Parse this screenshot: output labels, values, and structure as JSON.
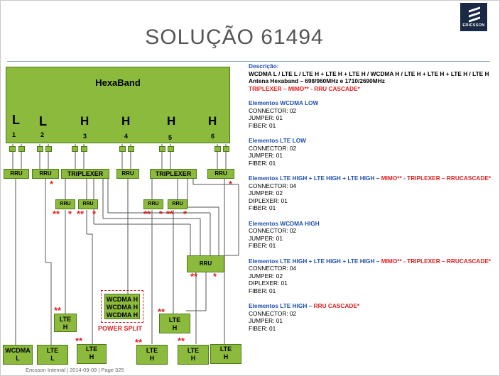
{
  "title": "SOLUÇÃO 61494",
  "logo_text": "ERICSSON",
  "footer": "Ericsson Internal  |  2014-09-09  |  Page 325",
  "hexaband": {
    "label": "HexaBand",
    "bands": [
      {
        "letter": "L",
        "num": "1"
      },
      {
        "letter": "L",
        "num": "2"
      },
      {
        "letter": "H",
        "num": "3"
      },
      {
        "letter": "H",
        "num": "4"
      },
      {
        "letter": "H",
        "num": "5"
      },
      {
        "letter": "H",
        "num": "6"
      }
    ]
  },
  "diagram": {
    "rru": "RRU",
    "triplexer": "TRIPLEXER",
    "power_split": "POWER SPLIT",
    "wcdma_h": "WCDMA H",
    "wcdma_l_a": "WCDMA",
    "wcdma_l_b": "L",
    "lte_h_a": "LTE",
    "lte_h_b": "H",
    "lte_l_a": "LTE",
    "lte_l_b": "L",
    "star1": "*",
    "star2": "**"
  },
  "description": {
    "heading": "Descrição:",
    "line1": "WCDMA L / LTE L / LTE H + LTE H + LTE H / WCDMA H / LTE H + LTE H + LTE H / LTE H",
    "line2": "Antena Hexaband – 698/960MHz  e  1710/2690MHz",
    "line3": "TRIPLEXER – MIMO** - RRU CASCADE*"
  },
  "sections": [
    {
      "title": "Elementos WCDMA LOW",
      "title_red": "",
      "items": [
        "CONNECTOR: 02",
        "JUMPER: 01",
        "FIBER: 01"
      ]
    },
    {
      "title": "Elementos LTE LOW",
      "title_red": "",
      "items": [
        "CONNECTOR: 02",
        "JUMPER: 01",
        "FIBER: 01"
      ]
    },
    {
      "title": "Elementos LTE HIGH + LTE HIGH + LTE HIGH – ",
      "title_red": "MIMO** - TRIPLEXER – RRUCASCADE*",
      "items": [
        "CONNECTOR: 04",
        "JUMPER: 02",
        "DIPLEXER: 01",
        "FIBER: 01"
      ]
    },
    {
      "title": "Elementos WCDMA HIGH",
      "title_red": "",
      "items": [
        "CONNECTOR: 02",
        "JUMPER: 01",
        "FIBER: 01"
      ]
    },
    {
      "title": "Elementos LTE HIGH + LTE HIGH + LTE HIGH – ",
      "title_red": "MIMO** - TRIPLEXER – RRUCASCADE*",
      "items": [
        "CONNECTOR: 04",
        "JUMPER: 02",
        "DIPLEXER: 01",
        "FIBER: 01"
      ]
    },
    {
      "title": "Elementos LTE HIGH – ",
      "title_red": "RRU CASCADE*",
      "items": [
        "CONNECTOR: 02",
        "JUMPER: 01",
        "FIBER: 01"
      ]
    }
  ]
}
